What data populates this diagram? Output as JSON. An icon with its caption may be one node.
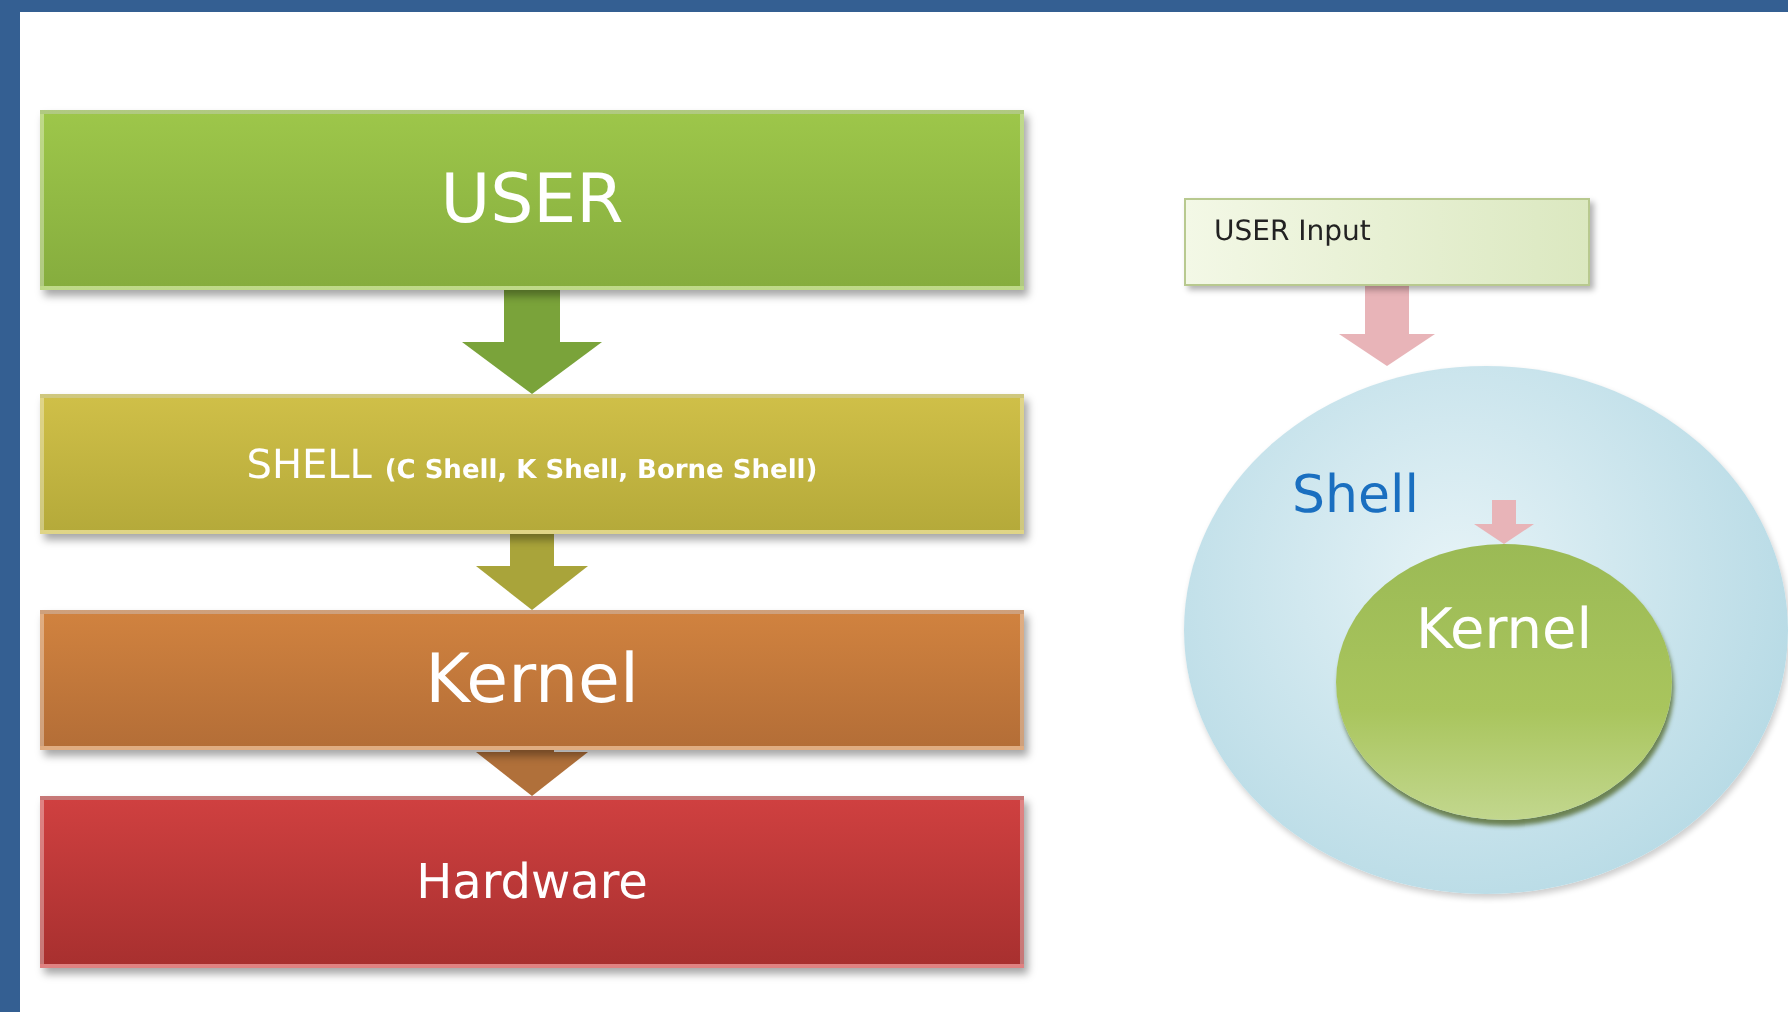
{
  "diagram": {
    "nodes": [
      {
        "text": [
          "USER"
        ]
      },
      {
        "text": [
          "SHELL **(C Shell, K Shell, Borne Shell)**"
        ]
      },
      {
        "text": [
          "Kernel"
        ]
      },
      {
        "text": [
          "Hardware"
        ]
      },
      {
        "text": [
          "USER Input"
        ]
      },
      {
        "text": [
          "Shell"
        ]
      },
      {
        "text": [
          "Kernel"
        ],
        "in": 5
      }
    ],
    "edges": [
      {
        "from": 0,
        "to": 1,
        "arrow": "to",
        "color": "#7aa33a"
      },
      {
        "from": 1,
        "to": 2,
        "arrow": "to",
        "color": "#a9a43a"
      },
      {
        "from": 2,
        "to": 3,
        "arrow": "to",
        "color": "#b0703a"
      },
      {
        "from": 4,
        "to": 5,
        "arrow": "to",
        "color": "#e8b4b8"
      },
      {
        "from": null,
        "to": 6,
        "arrow": "to",
        "color": "#e8b4b8"
      }
    ]
  }
}
